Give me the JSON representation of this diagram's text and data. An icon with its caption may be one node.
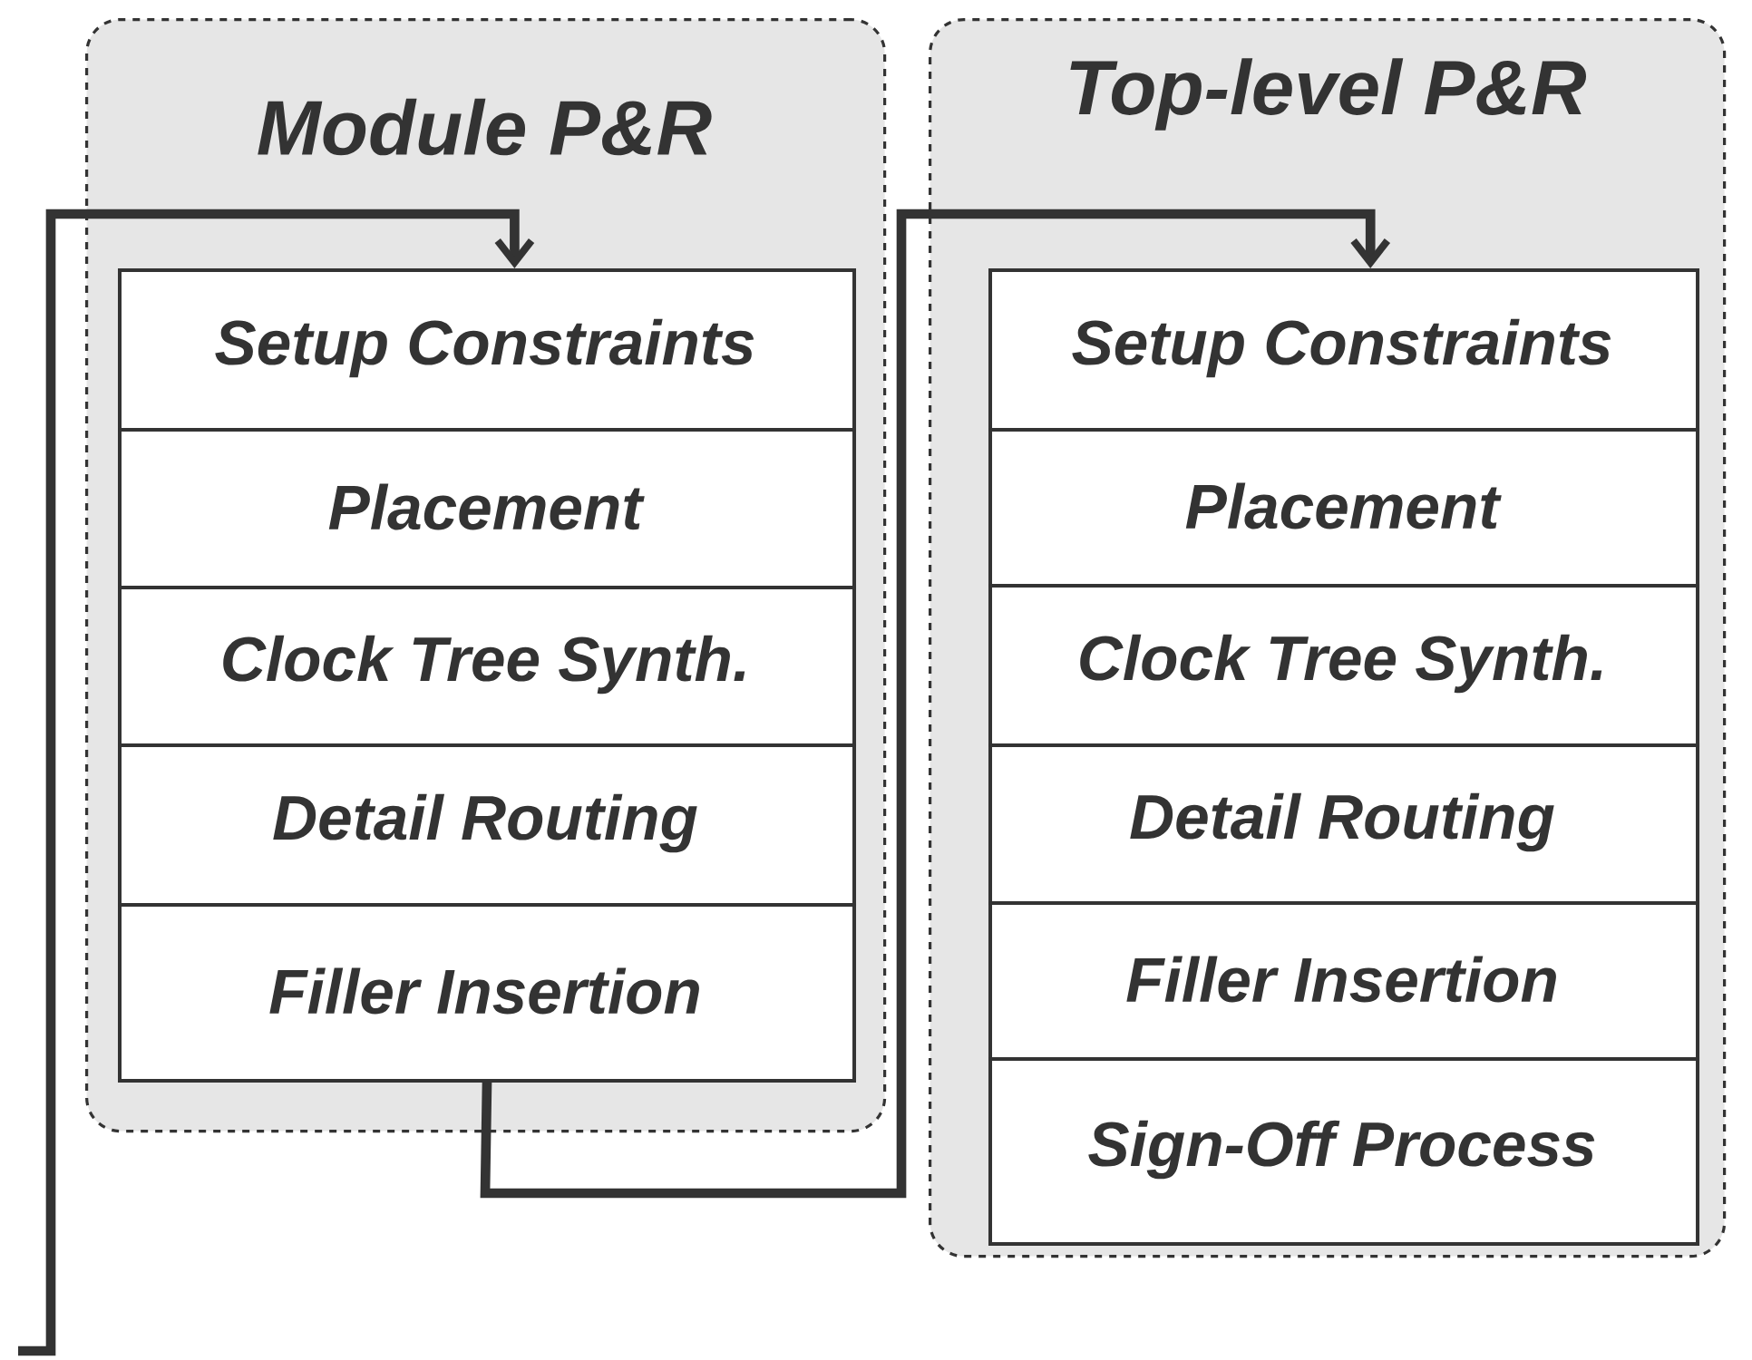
{
  "diagram": {
    "nodes": [
      {
        "text": [
          "Module P&R"
        ]
      },
      {
        "text": [
          "Setup Constraints"
        ],
        "in": 0
      },
      {
        "text": [
          "Placement"
        ],
        "in": 0
      },
      {
        "text": [
          "Clock Tree Synth."
        ],
        "in": 0
      },
      {
        "text": [
          "Detail Routing"
        ],
        "in": 0
      },
      {
        "text": [
          "Filler Insertion"
        ],
        "in": 0
      },
      {
        "text": [
          "Top-level P&R"
        ]
      },
      {
        "text": [
          "Setup Constraints"
        ],
        "in": 6
      },
      {
        "text": [
          "Placement"
        ],
        "in": 6
      },
      {
        "text": [
          "Clock Tree Synth."
        ],
        "in": 6
      },
      {
        "text": [
          "Detail Routing"
        ],
        "in": 6
      },
      {
        "text": [
          "Filler Insertion"
        ],
        "in": 6
      },
      {
        "text": [
          "Sign-Off Process"
        ],
        "in": 6
      }
    ],
    "edges": [
      {
        "from": null,
        "to": 1,
        "arrow": "to"
      },
      {
        "from": 5,
        "to": 7,
        "arrow": "to"
      }
    ]
  }
}
